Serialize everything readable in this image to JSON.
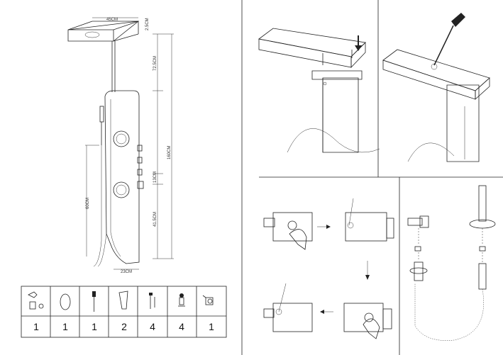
{
  "dimensions": {
    "top_width": "45CM",
    "top_thickness": "2.5CM",
    "upper_height": "72.5CM",
    "total_height": "160CM",
    "mid_segment": "13CM",
    "lower_segment": "41.5CM",
    "hose_length": "60CM",
    "bottom_width": "23CM"
  },
  "parts_table": {
    "icons": [
      "wall-bracket-icon",
      "o-ring-icon",
      "hand-shower-icon",
      "mounting-plate-icon",
      "screw-anchor-icon",
      "bolt-icon",
      "valve-fitting-icon"
    ],
    "quantities": [
      "1",
      "1",
      "1",
      "2",
      "4",
      "4",
      "1"
    ]
  },
  "colors": {
    "line": "#222222",
    "background": "#ffffff"
  }
}
